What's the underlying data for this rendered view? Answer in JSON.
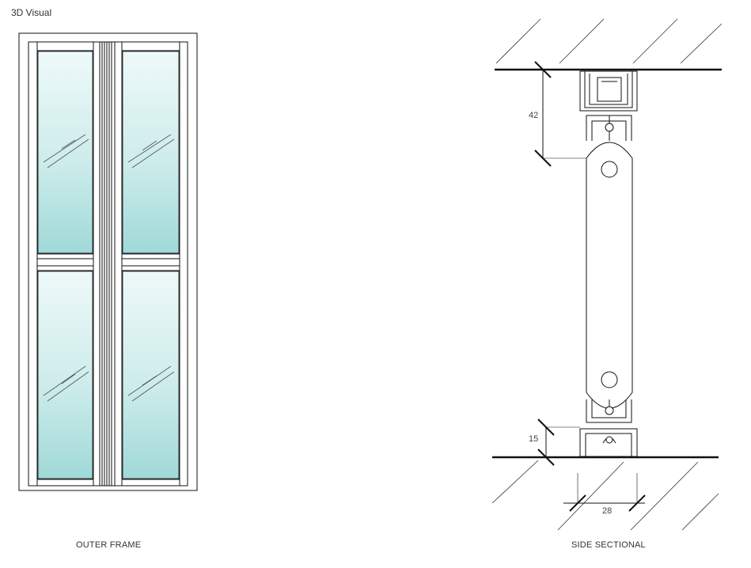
{
  "title": "3D Visual",
  "captions": {
    "outer_frame": "OUTER FRAME",
    "side_sectional": "SIDE SECTIONAL"
  },
  "dimensions": {
    "top": "42",
    "bottom": "15",
    "width": "28"
  },
  "colors": {
    "glass_top": "#e6f6f6",
    "glass_bottom": "#a8dcdc",
    "line": "#111111"
  }
}
